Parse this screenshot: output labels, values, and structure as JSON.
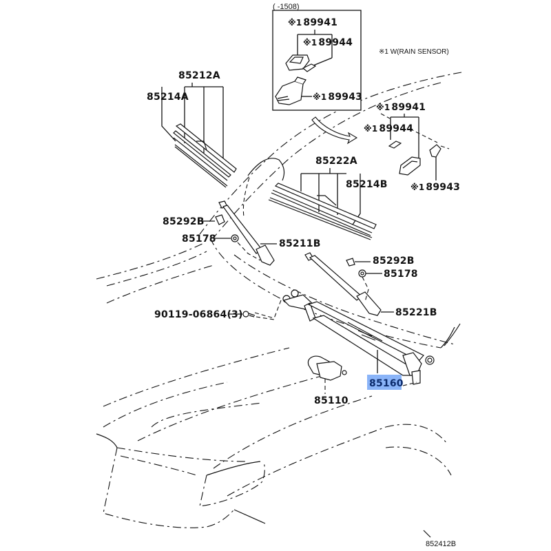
{
  "diagram": {
    "title": "Windshield Wiper & Rain Sensor Parts Diagram",
    "illustration_code": "852412B",
    "note": "※1 W(RAIN SENSOR)",
    "highlight_color": "#8ab4f8",
    "inset": {
      "date_range": "(      -1508)",
      "parts": [
        {
          "mark": "※1",
          "number": "89941"
        },
        {
          "mark": "※1",
          "number": "89944"
        },
        {
          "mark": "※1",
          "number": "89943"
        }
      ]
    },
    "rain_sensor": {
      "parts": [
        {
          "mark": "※1",
          "number": "89941"
        },
        {
          "mark": "※1",
          "number": "89944"
        },
        {
          "mark": "※1",
          "number": "89943"
        }
      ]
    },
    "parts": {
      "blade_left_assy": "85212A",
      "blade_left_rubber": "85214A",
      "blade_right_assy": "85222A",
      "blade_right_rubber": "85214B",
      "cap_left": "85292B",
      "nut_left": "85178",
      "arm_left": "85211B",
      "cap_right": "85292B",
      "nut_right": "85178",
      "arm_right": "85221B",
      "bolt": "90119-06864",
      "bolt_qty": "(3)",
      "link_assy": "85160",
      "motor": "85110"
    },
    "selected_part": "85160"
  }
}
